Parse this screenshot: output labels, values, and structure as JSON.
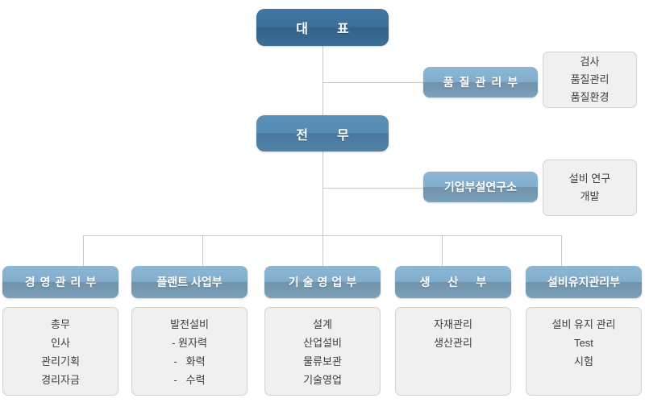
{
  "chart": {
    "ceo": {
      "label": "대표"
    },
    "executive": {
      "label": "전무"
    },
    "staff_units": [
      {
        "label": "품질관리부",
        "details": [
          "검사",
          "품질관리",
          "품질환경"
        ]
      },
      {
        "label": "기업부설연구소",
        "details": [
          "설비 연구",
          "개발"
        ]
      }
    ],
    "departments": [
      {
        "label": "경영관리부",
        "items": [
          "총무",
          "인사",
          "관리기획",
          "경리자금"
        ]
      },
      {
        "label": "플랜트 사업부",
        "items": [
          "발전설비",
          "- 원자력",
          "-   화력",
          "-   수력"
        ]
      },
      {
        "label": "기술영업부",
        "items": [
          "설계",
          "산업설비",
          "물류보관",
          "기술영업"
        ]
      },
      {
        "label": "생산부",
        "items": [
          "자재관리",
          "생산관리"
        ]
      },
      {
        "label": "설비유지관리부",
        "items": [
          "설비 유지 관리",
          "Test",
          "시험"
        ]
      }
    ]
  },
  "colors": {
    "ceo_box": "#3a6d97",
    "executive_box": "#5289ae",
    "department_box": "#7ea6c2",
    "detail_box_bg": "#f0f0f1",
    "detail_box_border": "#d2d2d2",
    "connector_line": "#c9c9c9",
    "node_text": "#ffffff",
    "detail_text": "#3d3d3d"
  }
}
